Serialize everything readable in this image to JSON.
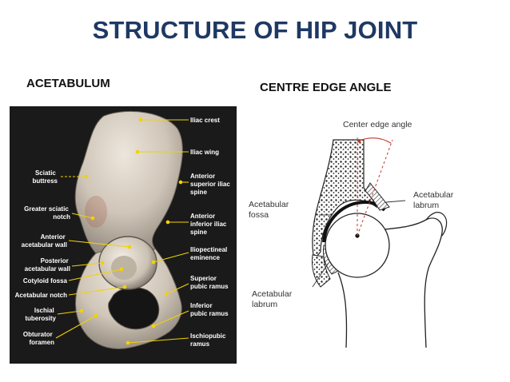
{
  "slide": {
    "title": "STRUCTURE OF HIP JOINT",
    "left_heading": "ACETABULUM",
    "right_heading": "CENTRE EDGE ANGLE"
  },
  "left_figure": {
    "labels_right": {
      "iliac_crest": "Iliac crest",
      "iliac_wing": "Iliac wing",
      "anterior_superior_iliac_spine": [
        "Anterior",
        "superior iliac",
        "spine"
      ],
      "anterior_inferior_iliac_spine": [
        "Anterior",
        "inferior iliac",
        "spine"
      ],
      "iliopectineal_eminence": [
        "Iliopectineal",
        "eminence"
      ],
      "superior_pubic_ramus": [
        "Superior",
        "pubic ramus"
      ],
      "inferior_pubic_ramus": [
        "Inferior",
        "pubic ramus"
      ],
      "ischiopubic_ramus": [
        "Ischiopubic",
        "ramus"
      ]
    },
    "labels_left": {
      "sciatic_buttress": [
        "Sciatic",
        "buttress"
      ],
      "greater_sciatic_notch": [
        "Greater sciatic",
        "notch"
      ],
      "anterior_acetabular_wall": [
        "Anterior",
        "acetabular wall"
      ],
      "posterior_acetabular_wall": [
        "Posterior",
        "acetabular wall"
      ],
      "cotyloid_fossa": "Cotyloid fossa",
      "acetabular_notch": "Acetabular notch",
      "ischial_tuberosity": [
        "Ischial",
        "tuberosity"
      ],
      "obturator_foramen": [
        "Obturator",
        "foramen"
      ]
    }
  },
  "right_figure": {
    "center_edge_angle": "Center edge angle",
    "acetabular_fossa": [
      "Acetabular",
      "fossa"
    ],
    "acetabular_labrum_top": [
      "Acetabular",
      "labrum"
    ],
    "acetabular_labrum_bottom": [
      "Acetabular",
      "labrum"
    ]
  }
}
